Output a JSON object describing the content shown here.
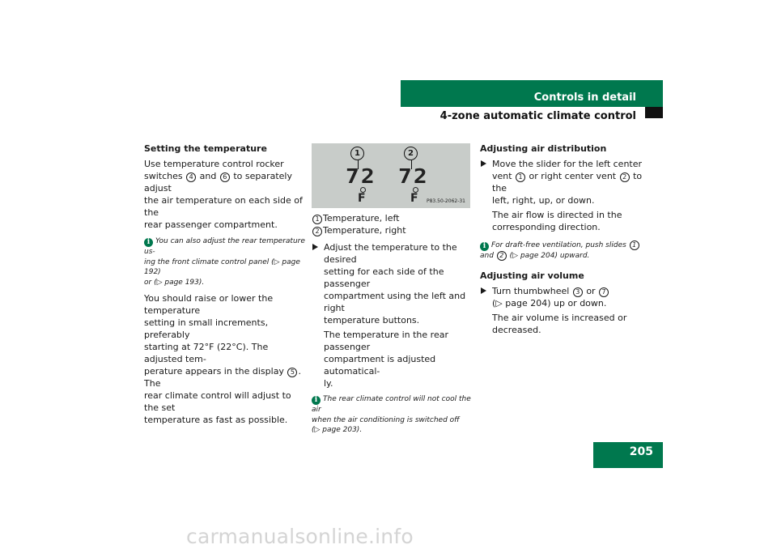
{
  "header": {
    "section": "Controls in detail",
    "subsection": "4-zone automatic climate control",
    "page_number": "205"
  },
  "left": {
    "heading": "Setting the temperature",
    "intro_a": "Use temperature control rocker",
    "intro_b1": "switches ",
    "intro_n1": "4",
    "intro_b2": " and ",
    "intro_n2": "6",
    "intro_b3": " to separately adjust",
    "intro_c": "the air temperature on each side of the",
    "intro_d": "rear passenger compartment.",
    "note_1": "You can also adjust the rear temperature us-",
    "note_2": "ing the front climate control panel (▷ page 192)",
    "note_3": "or (▷ page 193).",
    "body_1": "You should raise or lower the temperature",
    "body_2": "setting in small increments, preferably",
    "body_3": "starting at 72°F (22°C). The adjusted tem-",
    "body_4a": "perature appears in the display ",
    "body_4n": "5",
    "body_4b": ". The",
    "body_5": "rear climate control will adjust to the set",
    "body_6": "temperature as fast as possible."
  },
  "figure": {
    "callout_1": "1",
    "callout_2": "2",
    "temp_left": "72",
    "temp_right": "72",
    "unit": "F",
    "code": "P83.50-2062-31"
  },
  "middle": {
    "legend_1n": "1",
    "legend_1": "Temperature, left",
    "legend_2n": "2",
    "legend_2": "Temperature, right",
    "step_1": "Adjust the temperature to the desired",
    "step_2": "setting for each side of the passenger",
    "step_3": "compartment using the left and right",
    "step_4": "temperature buttons.",
    "result_1": "The temperature in the rear passenger",
    "result_2": "compartment is adjusted automatical-",
    "result_3": "ly.",
    "note_1": "The rear climate control will not cool the air",
    "note_2": "when the air conditioning is switched off",
    "note_3": "(▷ page 203)."
  },
  "right": {
    "heading_1": "Adjusting air distribution",
    "step_1": "Move the slider for the left center",
    "step_2a": "vent ",
    "step_2n1": "1",
    "step_2b": " or right center vent ",
    "step_2n2": "2",
    "step_2c": " to the",
    "step_3": "left, right, up, or down.",
    "result_1": "The air flow is directed in the",
    "result_2": "corresponding direction.",
    "note_1a": "For draft-free ventilation, push slides ",
    "note_1n": "1",
    "note_2a": "and ",
    "note_2n": "2",
    "note_2b": " (▷ page 204) upward.",
    "heading_2": "Adjusting air volume",
    "vol_1a": "Turn thumbwheel ",
    "vol_1n1": "3",
    "vol_1b": " or ",
    "vol_1n2": "7",
    "vol_2": "(▷ page 204) up or down.",
    "vol_res_1": "The air volume is increased or",
    "vol_res_2": "decreased."
  },
  "info_glyph": "i",
  "watermark": "carmanualsonline.info"
}
